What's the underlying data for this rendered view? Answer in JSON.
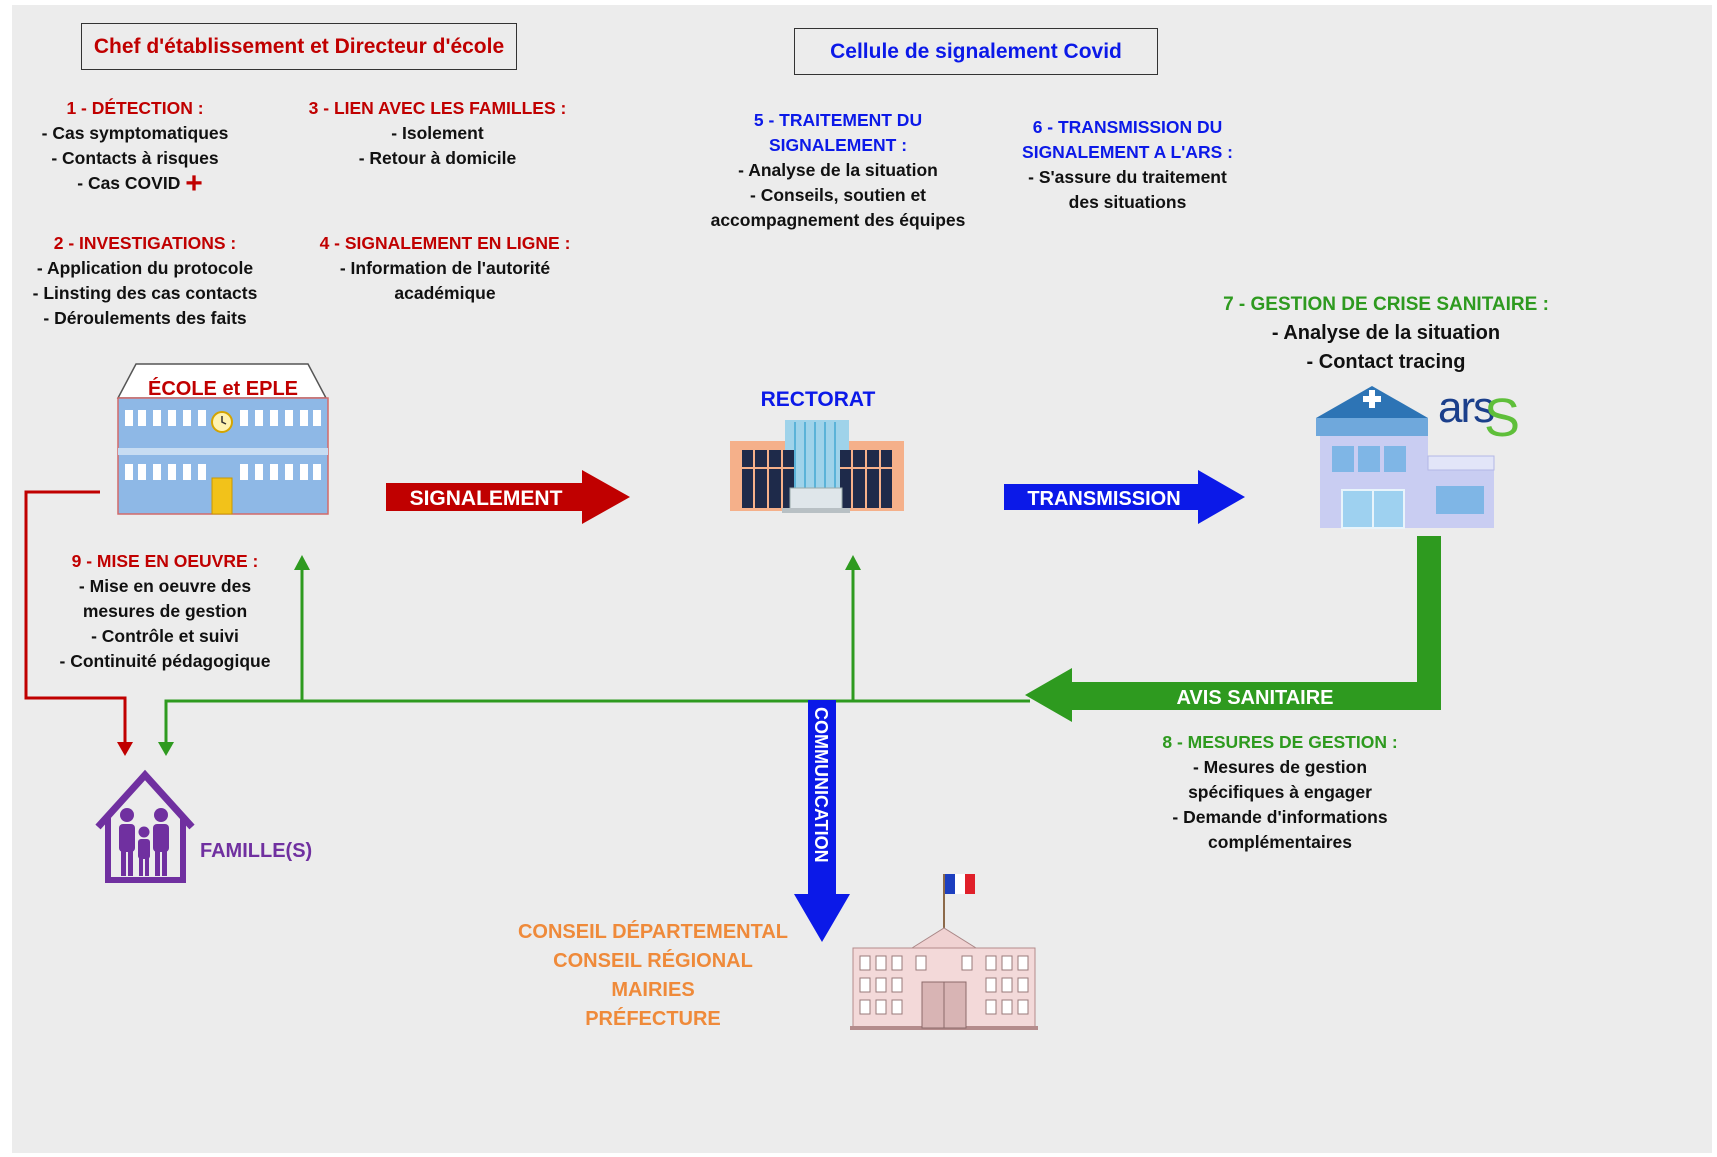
{
  "header_left": "Chef d'établissement et Directeur d'école",
  "header_right": "Cellule de signalement Covid",
  "steps": {
    "s1": {
      "title": "1 - DÉTECTION :",
      "items": [
        "- Cas symptomatiques",
        "- Contacts à risques",
        "- Cas COVID"
      ]
    },
    "s2": {
      "title": "2 - INVESTIGATIONS :",
      "items": [
        "- Application du protocole",
        "- Linsting des cas contacts",
        "- Déroulements des faits"
      ]
    },
    "s3": {
      "title": "3 - LIEN AVEC LES FAMILLES :",
      "items": [
        "- Isolement",
        "- Retour à domicile"
      ]
    },
    "s4": {
      "title": "4 - SIGNALEMENT EN LIGNE :",
      "items": [
        "- Information de l'autorité",
        "académique"
      ]
    },
    "s5": {
      "title_lines": [
        "5 - TRAITEMENT DU",
        "SIGNALEMENT :"
      ],
      "items": [
        "- Analyse de la situation",
        "- Conseils, soutien et",
        "accompagnement des équipes"
      ]
    },
    "s6": {
      "title_lines": [
        "6 - TRANSMISSION DU",
        "SIGNALEMENT A L'ARS :"
      ],
      "items": [
        "- S'assure du traitement",
        "des situations"
      ]
    },
    "s7": {
      "title": "7 - GESTION DE CRISE SANITAIRE :",
      "items": [
        "- Analyse de la situation",
        "- Contact tracing"
      ]
    },
    "s8": {
      "title": "8 - MESURES DE GESTION :",
      "items": [
        "- Mesures de gestion",
        "spécifiques à engager",
        "- Demande d'informations",
        "complémentaires"
      ]
    },
    "s9": {
      "title": "9 - MISE EN OEUVRE :",
      "items": [
        "- Mise en oeuvre des",
        "mesures de gestion",
        "- Contrôle et suivi",
        "- Continuité pédagogique"
      ]
    }
  },
  "nodes": {
    "ecole": "ÉCOLE et EPLE",
    "rectorat": "RECTORAT",
    "ars_logo": "ars",
    "familles": "FAMILLE(S)",
    "collectivites": [
      "CONSEIL DÉPARTEMENTAL",
      "CONSEIL RÉGIONAL",
      "MAIRIES",
      "PRÉFECTURE"
    ]
  },
  "arrows": {
    "signalement": "SIGNALEMENT",
    "transmission": "TRANSMISSION",
    "avis": "AVIS SANITAIRE",
    "communication": "COMMUNICATION"
  },
  "colors": {
    "red": "#c00000",
    "blue": "#0b19e8",
    "green": "#2e9a1f",
    "orange": "#ef8a3a",
    "purple": "#7030a0"
  }
}
